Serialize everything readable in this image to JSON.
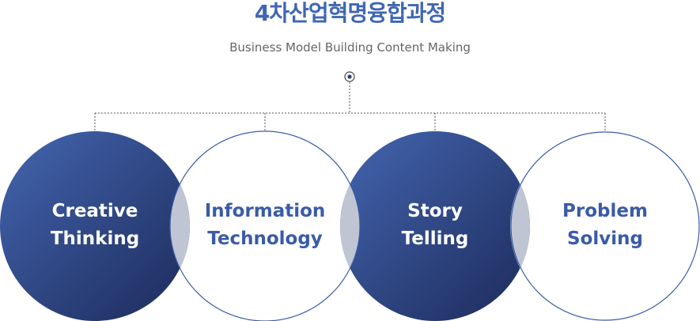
{
  "header": {
    "title": "4차산업혁명융합과정",
    "subtitle": "Business Model Building Content Making"
  },
  "colors": {
    "accent": "#3f66b4",
    "dark_navy": "#1f2d5e",
    "mid_blue": "#3a5ba7",
    "overlap": "#c0c5d3",
    "outline": "#3a5ba7"
  },
  "circles": [
    {
      "line1": "Creative",
      "line2": "Thinking",
      "style": "filled"
    },
    {
      "line1": "Information",
      "line2": "Technology",
      "style": "outline"
    },
    {
      "line1": "Story",
      "line2": "Telling",
      "style": "filled"
    },
    {
      "line1": "Problem",
      "line2": "Solving",
      "style": "outline"
    }
  ]
}
